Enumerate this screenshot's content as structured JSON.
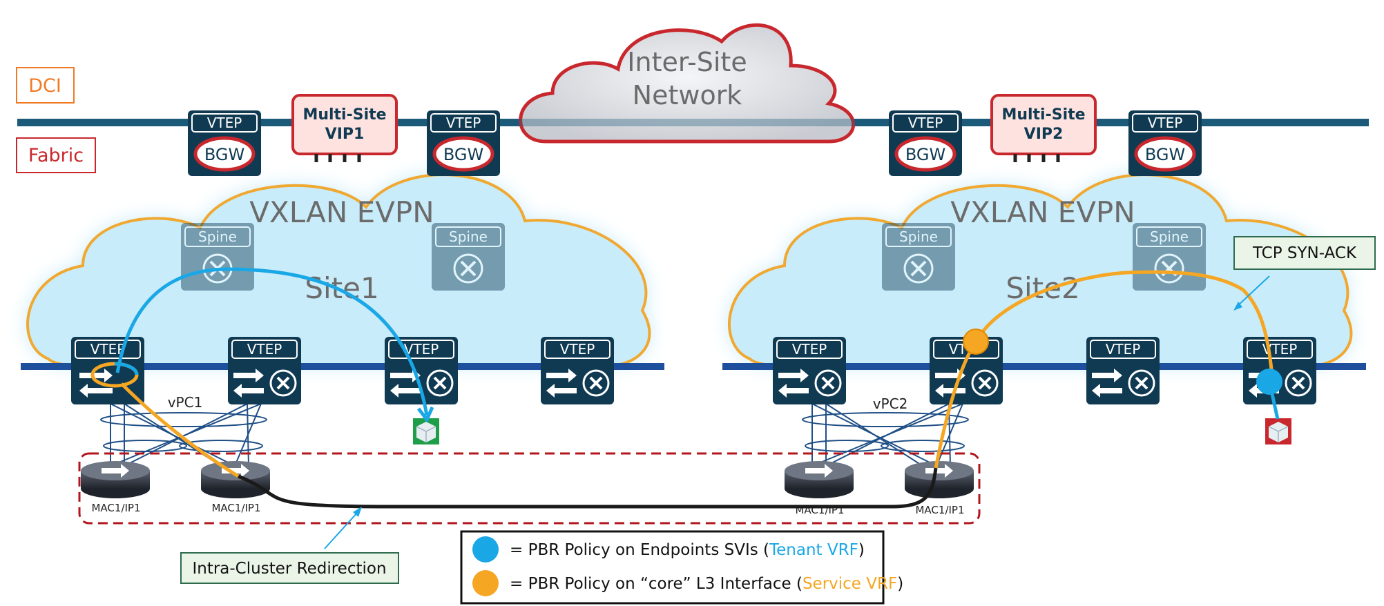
{
  "labels": {
    "dci": "DCI",
    "fabric": "Fabric",
    "isn_line1": "Inter-Site",
    "isn_line2": "Network",
    "vtep": "VTEP",
    "bgw": "BGW",
    "spine": "Spine",
    "vxlan": "VXLAN EVPN",
    "vip1_line1": "Multi-Site",
    "vip1_line2": "VIP1",
    "vip2_line1": "Multi-Site",
    "vip2_line2": "VIP2"
  },
  "sites": [
    {
      "name": "Site1",
      "vpc": "vPC1",
      "fw_labels": [
        "MAC1/IP1",
        "MAC1/IP1"
      ]
    },
    {
      "name": "Site2",
      "vpc": "vPC2",
      "fw_labels": [
        "MAC1/IP1",
        "MAC1/IP1"
      ]
    }
  ],
  "callouts": {
    "tcp": "TCP SYN-ACK",
    "intra": "Intra-Cluster Redirection"
  },
  "legend": [
    {
      "prefix": "= PBR Policy on Endpoints SVIs (",
      "highlight": "Tenant VRF",
      "suffix": ")",
      "color": "#1aa7e6"
    },
    {
      "prefix": "= PBR Policy on “core” L3 Interface (",
      "highlight": "Service VRF",
      "suffix": ")",
      "color": "#f5a623"
    }
  ],
  "colors": {
    "tenant": "#1aa7e6",
    "service": "#f5a623",
    "device": "#0f3a52",
    "backbone": "#1c5a7a",
    "cloud_fill": "#c9ecfa",
    "cloud_stroke": "#f0a830",
    "vip_border": "#c8282d",
    "vip_fill": "#fde2e0",
    "dci_orange": "#f07a24",
    "fabric_red": "#c8282d",
    "callout_fill": "#eaf5e8",
    "callout_border": "#2e6b4e"
  }
}
